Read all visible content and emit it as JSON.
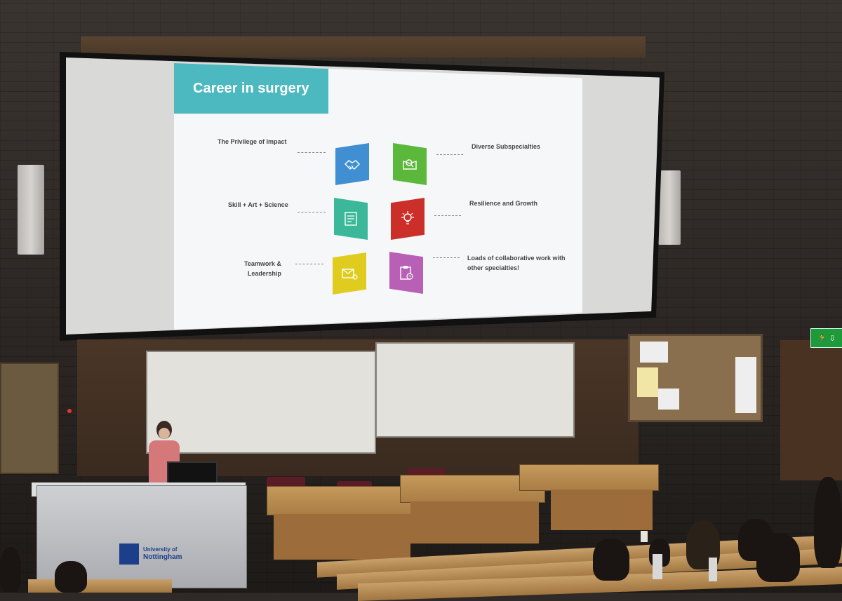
{
  "slide": {
    "title": "Career in surgery",
    "left_items": [
      {
        "label": "The Privilege of Impact",
        "icon": "handshake-icon",
        "color": "#3f8fd2"
      },
      {
        "label": "Skill + Art + Science",
        "icon": "document-signature-icon",
        "color": "#3bb89a"
      },
      {
        "label": "Teamwork &\nLeadership",
        "icon": "envelope-icon",
        "color": "#e0cc1f"
      }
    ],
    "right_items": [
      {
        "label": "Diverse Subspecialties",
        "icon": "book-search-icon",
        "color": "#5cb83a"
      },
      {
        "label": "Resilience and Growth",
        "icon": "lightbulb-icon",
        "color": "#cc2f2a"
      },
      {
        "label": "Loads of collaborative work with\nother specialties!",
        "icon": "clipboard-clock-icon",
        "color": "#b760b5"
      }
    ]
  },
  "lectern": {
    "logo_line1": "University of",
    "logo_line2": "Nottingham"
  },
  "exit_sign": {
    "glyph": "🏃 ⇩"
  }
}
